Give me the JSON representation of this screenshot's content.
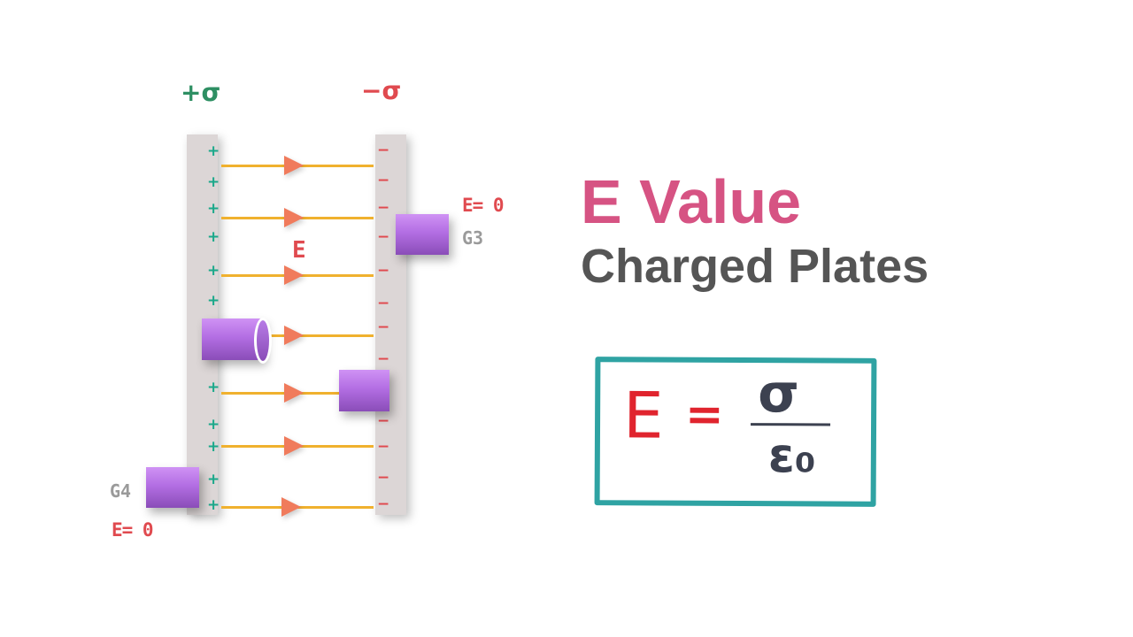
{
  "diagram": {
    "positive_plate_label": "+σ",
    "negative_plate_label": "−σ",
    "field_label": "E",
    "positive_sign": "+",
    "negative_sign": "−",
    "gaussian_surfaces": [
      {
        "id": "G3",
        "label": "G3",
        "field_value": "E= 0"
      },
      {
        "id": "G4",
        "label": "G4",
        "field_value": "E= 0"
      }
    ],
    "colors": {
      "positive": "#1aa88a",
      "negative": "#e04a4f",
      "field_line": "#f0b12e",
      "arrow": "#f07b5c",
      "plate": "#dcd6d6",
      "gaussian_surface": "#b36ee3"
    }
  },
  "title": {
    "line1": "E Value",
    "line2": "Charged Plates",
    "line1_color": "#d65383",
    "line2_color": "#555555"
  },
  "formula": {
    "lhs": "E",
    "equals": "=",
    "numerator": "σ",
    "denominator": "ε₀",
    "text": "E = σ / ε₀",
    "box_color": "#2fa3a3"
  }
}
